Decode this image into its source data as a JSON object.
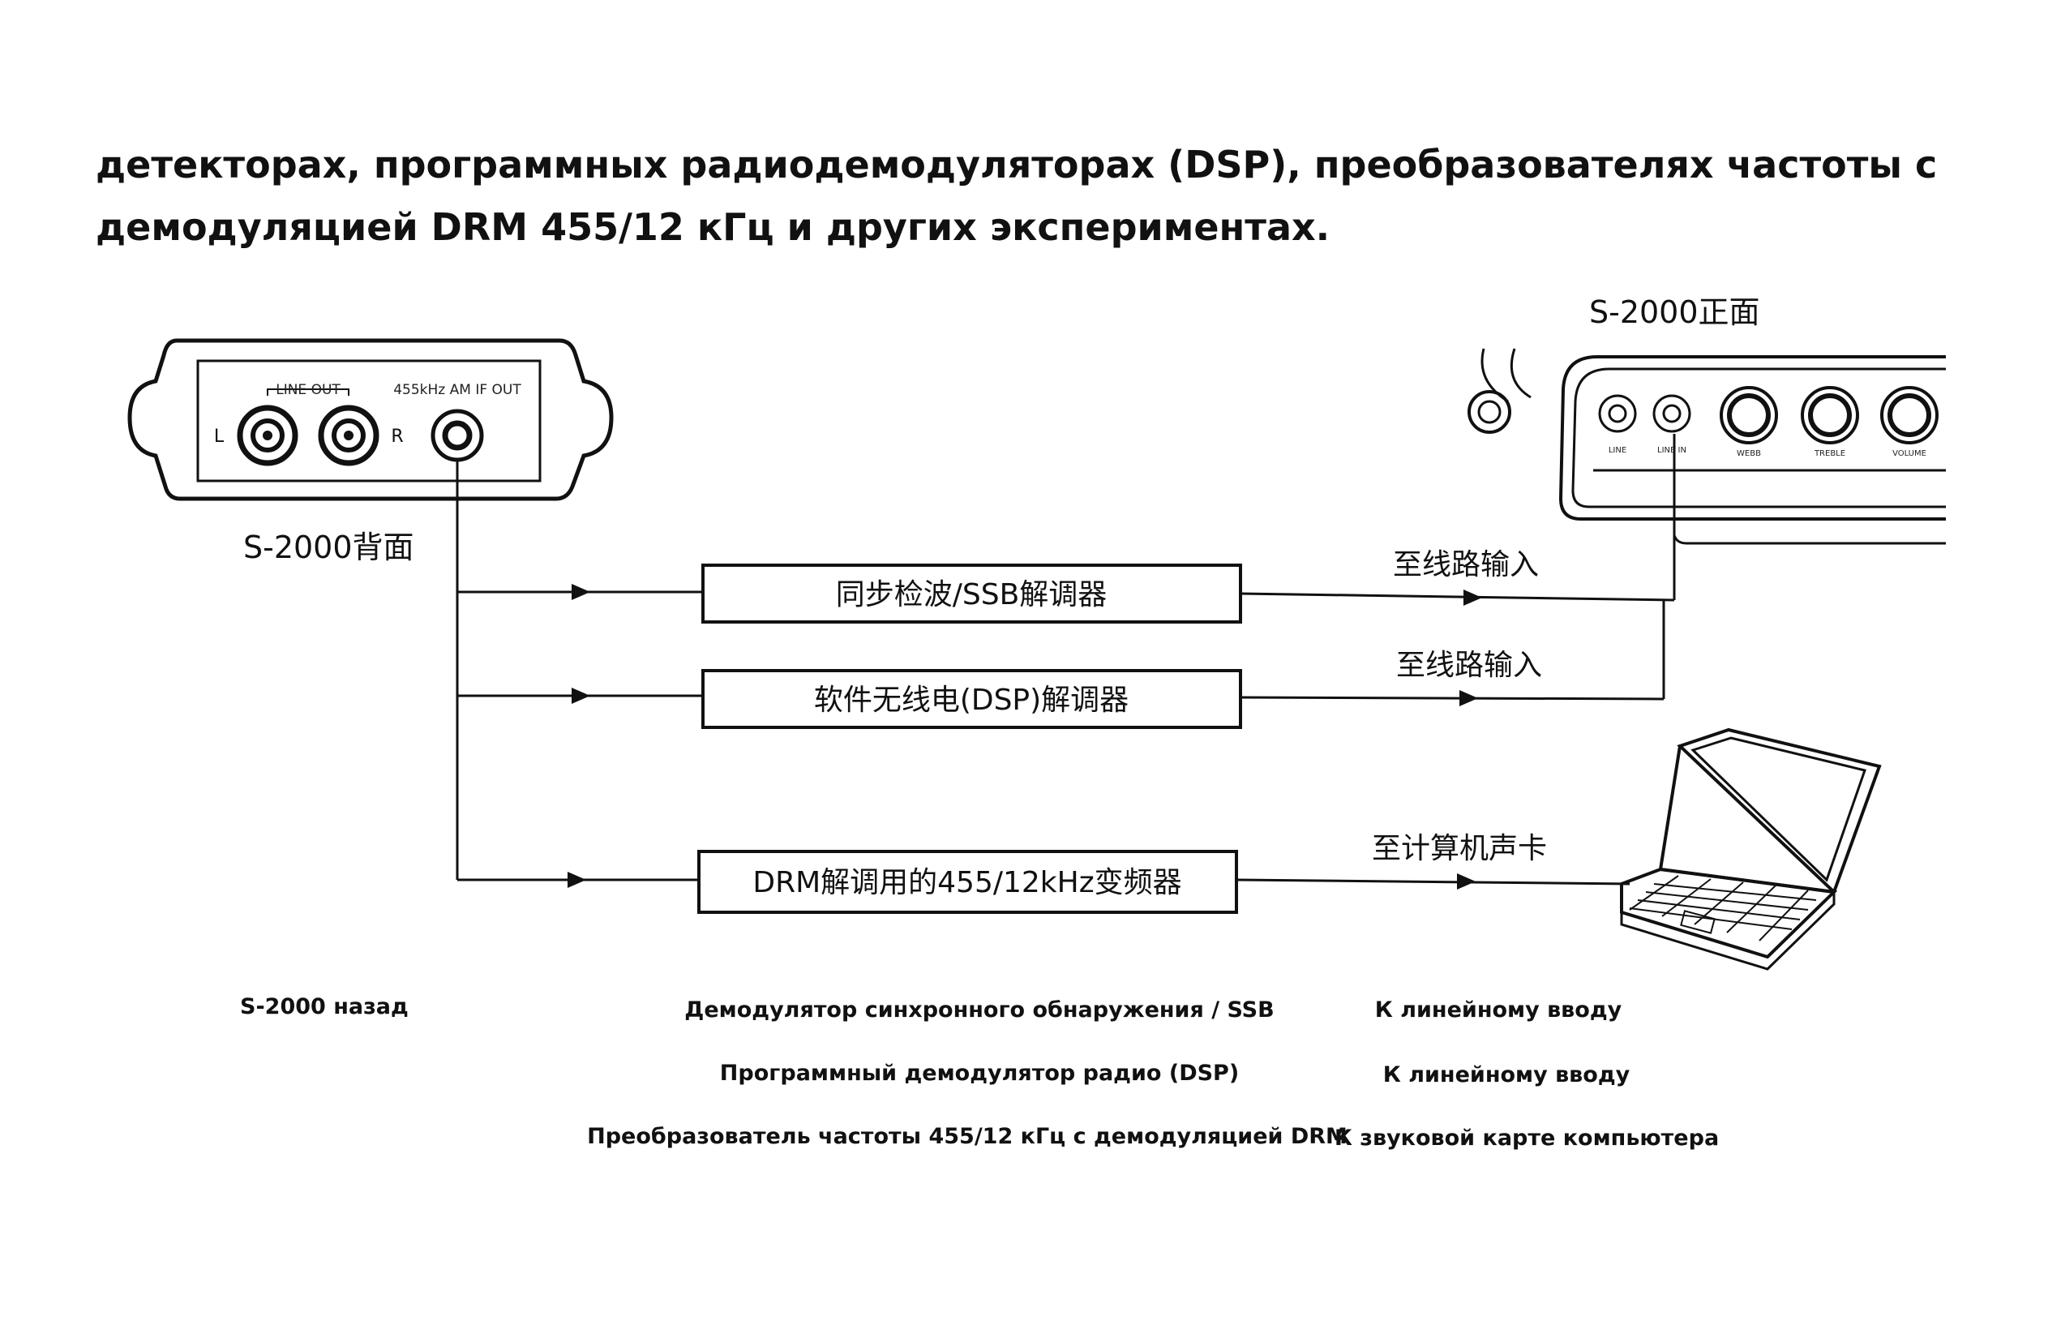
{
  "heading": {
    "line1": "детекторах, программных радиодемодуляторах (DSP), преобразователях частоты с",
    "line2": "демодуляцией DRM 455/12 кГц и других экспериментах."
  },
  "diagram": {
    "rear_panel": {
      "group_label": "LINE OUT",
      "if_out_label": "455kHz AM IF OUT",
      "left_label": "L",
      "right_label": "R",
      "caption": "S-2000背面"
    },
    "front_panel": {
      "caption": "S-2000正面",
      "jack_labels": [
        "LINE",
        "LINE IN"
      ],
      "knob_labels": [
        "WEBB",
        "TREBLE",
        "VOLUME"
      ]
    },
    "boxes": [
      {
        "label": "同步检波/SSB解调器",
        "output": "至线路输入"
      },
      {
        "label": "软件无线电(DSP)解调器",
        "output": "至线路输入"
      },
      {
        "label": "DRM解调用的455/12kHz变频器",
        "output": "至计算机声卡"
      }
    ]
  },
  "translations": {
    "rear": "S-2000 назад",
    "rows": [
      {
        "box": "Демодулятор синхронного обнаружения / SSB",
        "output": "К линейному вводу"
      },
      {
        "box": "Программный демодулятор радио (DSP)",
        "output": "К линейному вводу"
      },
      {
        "box": "Преобразователь частоты 455/12 кГц с демодуляцией DRM",
        "output": "К звуковой карте компьютера"
      }
    ]
  }
}
